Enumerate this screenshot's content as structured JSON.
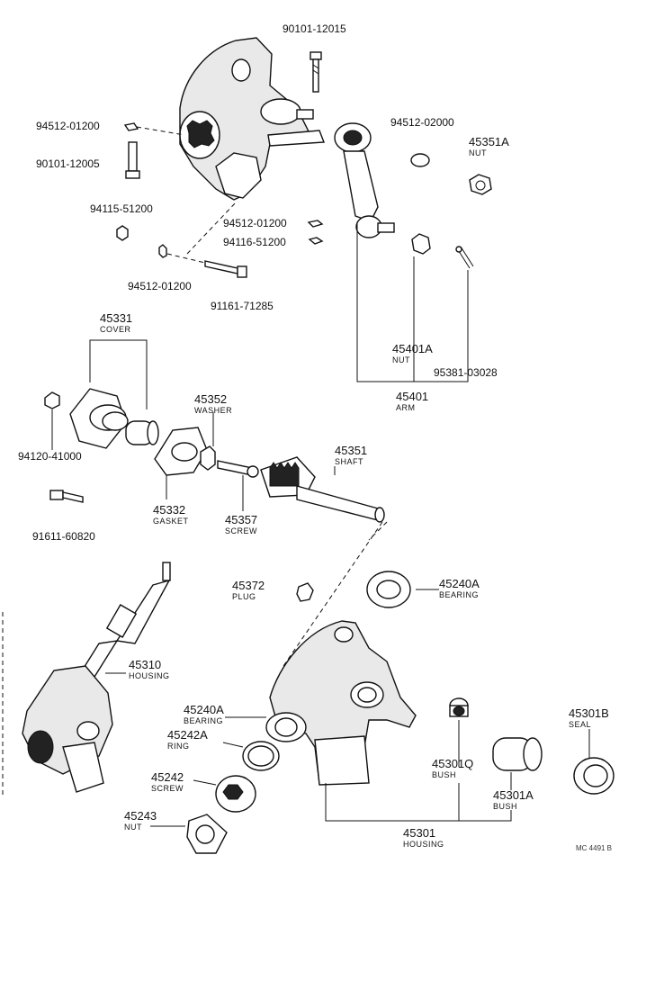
{
  "labels": {
    "p_90101_12015": "90101-12015",
    "p_94512_01200_a": "94512-01200",
    "p_90101_12005": "90101-12005",
    "p_94115_51200": "94115-51200",
    "p_94512_01200_b": "94512-01200",
    "p_94512_01200_c": "94512-01200",
    "p_94116_51200": "94116-51200",
    "p_91161_71285": "91161-71285",
    "p_94512_02000": "94512-02000",
    "p_45351A": "45351A",
    "n_45351A": "NUT",
    "p_45401A": "45401A",
    "n_45401A": "NUT",
    "p_95381_03028": "95381-03028",
    "p_45401": "45401",
    "n_45401": "ARM",
    "p_45331": "45331",
    "n_45331": "COVER",
    "p_94120_41000": "94120-41000",
    "p_45352": "45352",
    "n_45352": "WASHER",
    "p_45351": "45351",
    "n_45351": "SHAFT",
    "p_45332": "45332",
    "n_45332": "GASKET",
    "p_45357": "45357",
    "n_45357": "SCREW",
    "p_91611_60820": "91611-60820",
    "p_45372": "45372",
    "n_45372": "PLUG",
    "p_45240A_a": "45240A",
    "n_45240A_a": "BEARING",
    "p_45310": "45310",
    "n_45310": "HOUSING",
    "p_45240A_b": "45240A",
    "n_45240A_b": "BEARING",
    "p_45242A": "45242A",
    "n_45242A": "RING",
    "p_45242": "45242",
    "n_45242": "SCREW",
    "p_45243": "45243",
    "n_45243": "NUT",
    "p_45301Q": "45301Q",
    "n_45301Q": "BUSH",
    "p_45301A": "45301A",
    "n_45301A": "BUSH",
    "p_45301B": "45301B",
    "n_45301B": "SEAL",
    "p_45301": "45301",
    "n_45301": "HOUSING",
    "ref_code": "MC 4491 B"
  },
  "colors": {
    "ink": "#111111",
    "background": "#ffffff",
    "stipple": "#e9e9e9"
  }
}
